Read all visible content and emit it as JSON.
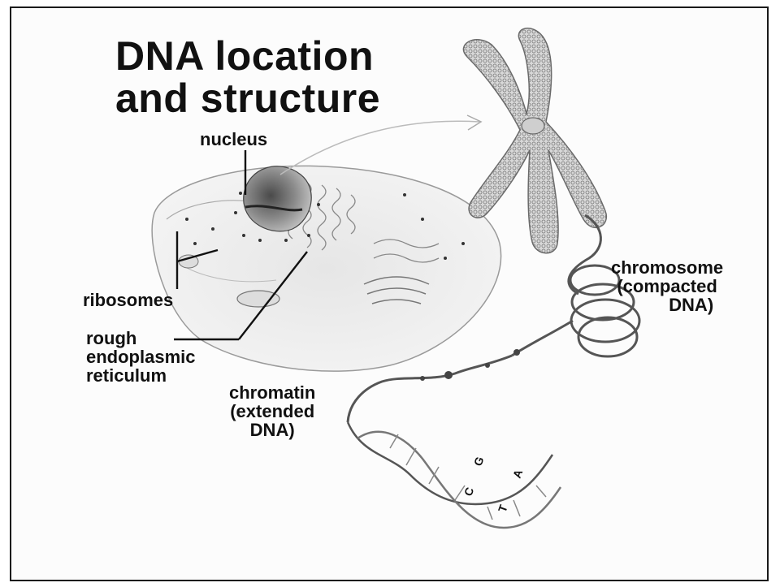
{
  "title": {
    "line1": "DNA location",
    "line2": "and structure"
  },
  "labels": {
    "nucleus": "nucleus",
    "ribosomes": "ribosomes",
    "rer": {
      "line1": "rough",
      "line2": "endoplasmic",
      "line3": "reticulum"
    },
    "chromosome": {
      "line1": "chromosome",
      "line2": "(compacted",
      "line3": "DNA)"
    },
    "chromatin": {
      "line1": "chromatin",
      "line2": "(extended",
      "line3": "DNA)"
    }
  },
  "bases": [
    "C",
    "G",
    "T",
    "A"
  ]
}
